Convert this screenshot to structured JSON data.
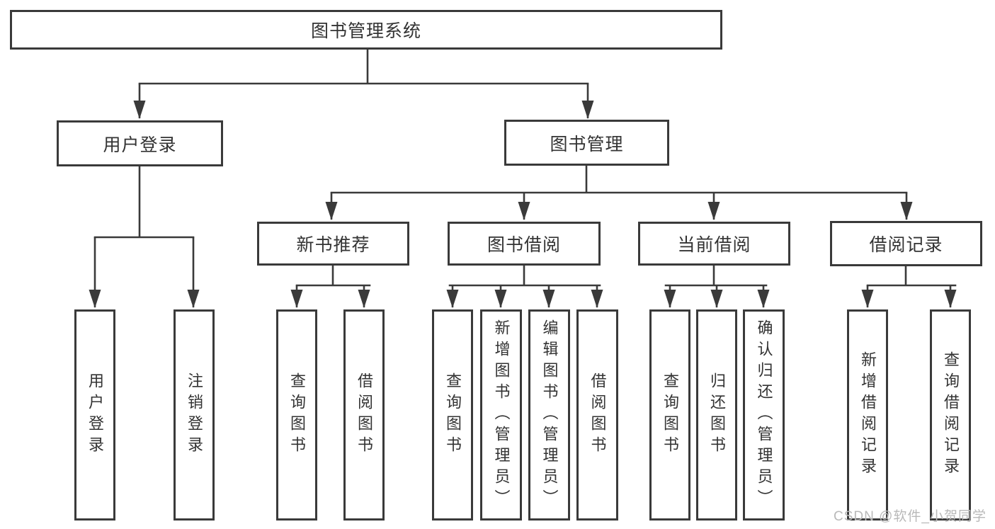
{
  "tree": {
    "root": {
      "label": "图书管理系统"
    },
    "branches": [
      {
        "label": "用户登录",
        "children": [
          {
            "label": "用户登录"
          },
          {
            "label": "注销登录"
          }
        ]
      },
      {
        "label": "图书管理",
        "children": [
          {
            "label": "新书推荐",
            "children": [
              {
                "label": "查询图书"
              },
              {
                "label": "借阅图书"
              }
            ]
          },
          {
            "label": "图书借阅",
            "children": [
              {
                "label": "查询图书"
              },
              {
                "label": "新增图书（管理员）"
              },
              {
                "label": "编辑图书（管理员）"
              },
              {
                "label": "借阅图书"
              }
            ]
          },
          {
            "label": "当前借阅",
            "children": [
              {
                "label": "查询图书"
              },
              {
                "label": "归还图书"
              },
              {
                "label": "确认归还（管理员）"
              }
            ]
          },
          {
            "label": "借阅记录",
            "children": [
              {
                "label": "新增借阅记录"
              },
              {
                "label": "查询借阅记录"
              }
            ]
          }
        ]
      }
    ]
  },
  "watermark": {
    "text": "CSDN @软件_小贺同学"
  },
  "colors": {
    "line": "#3a3a3a",
    "text": "#333333",
    "background": "#ffffff",
    "watermark": "#b9b9b9"
  }
}
